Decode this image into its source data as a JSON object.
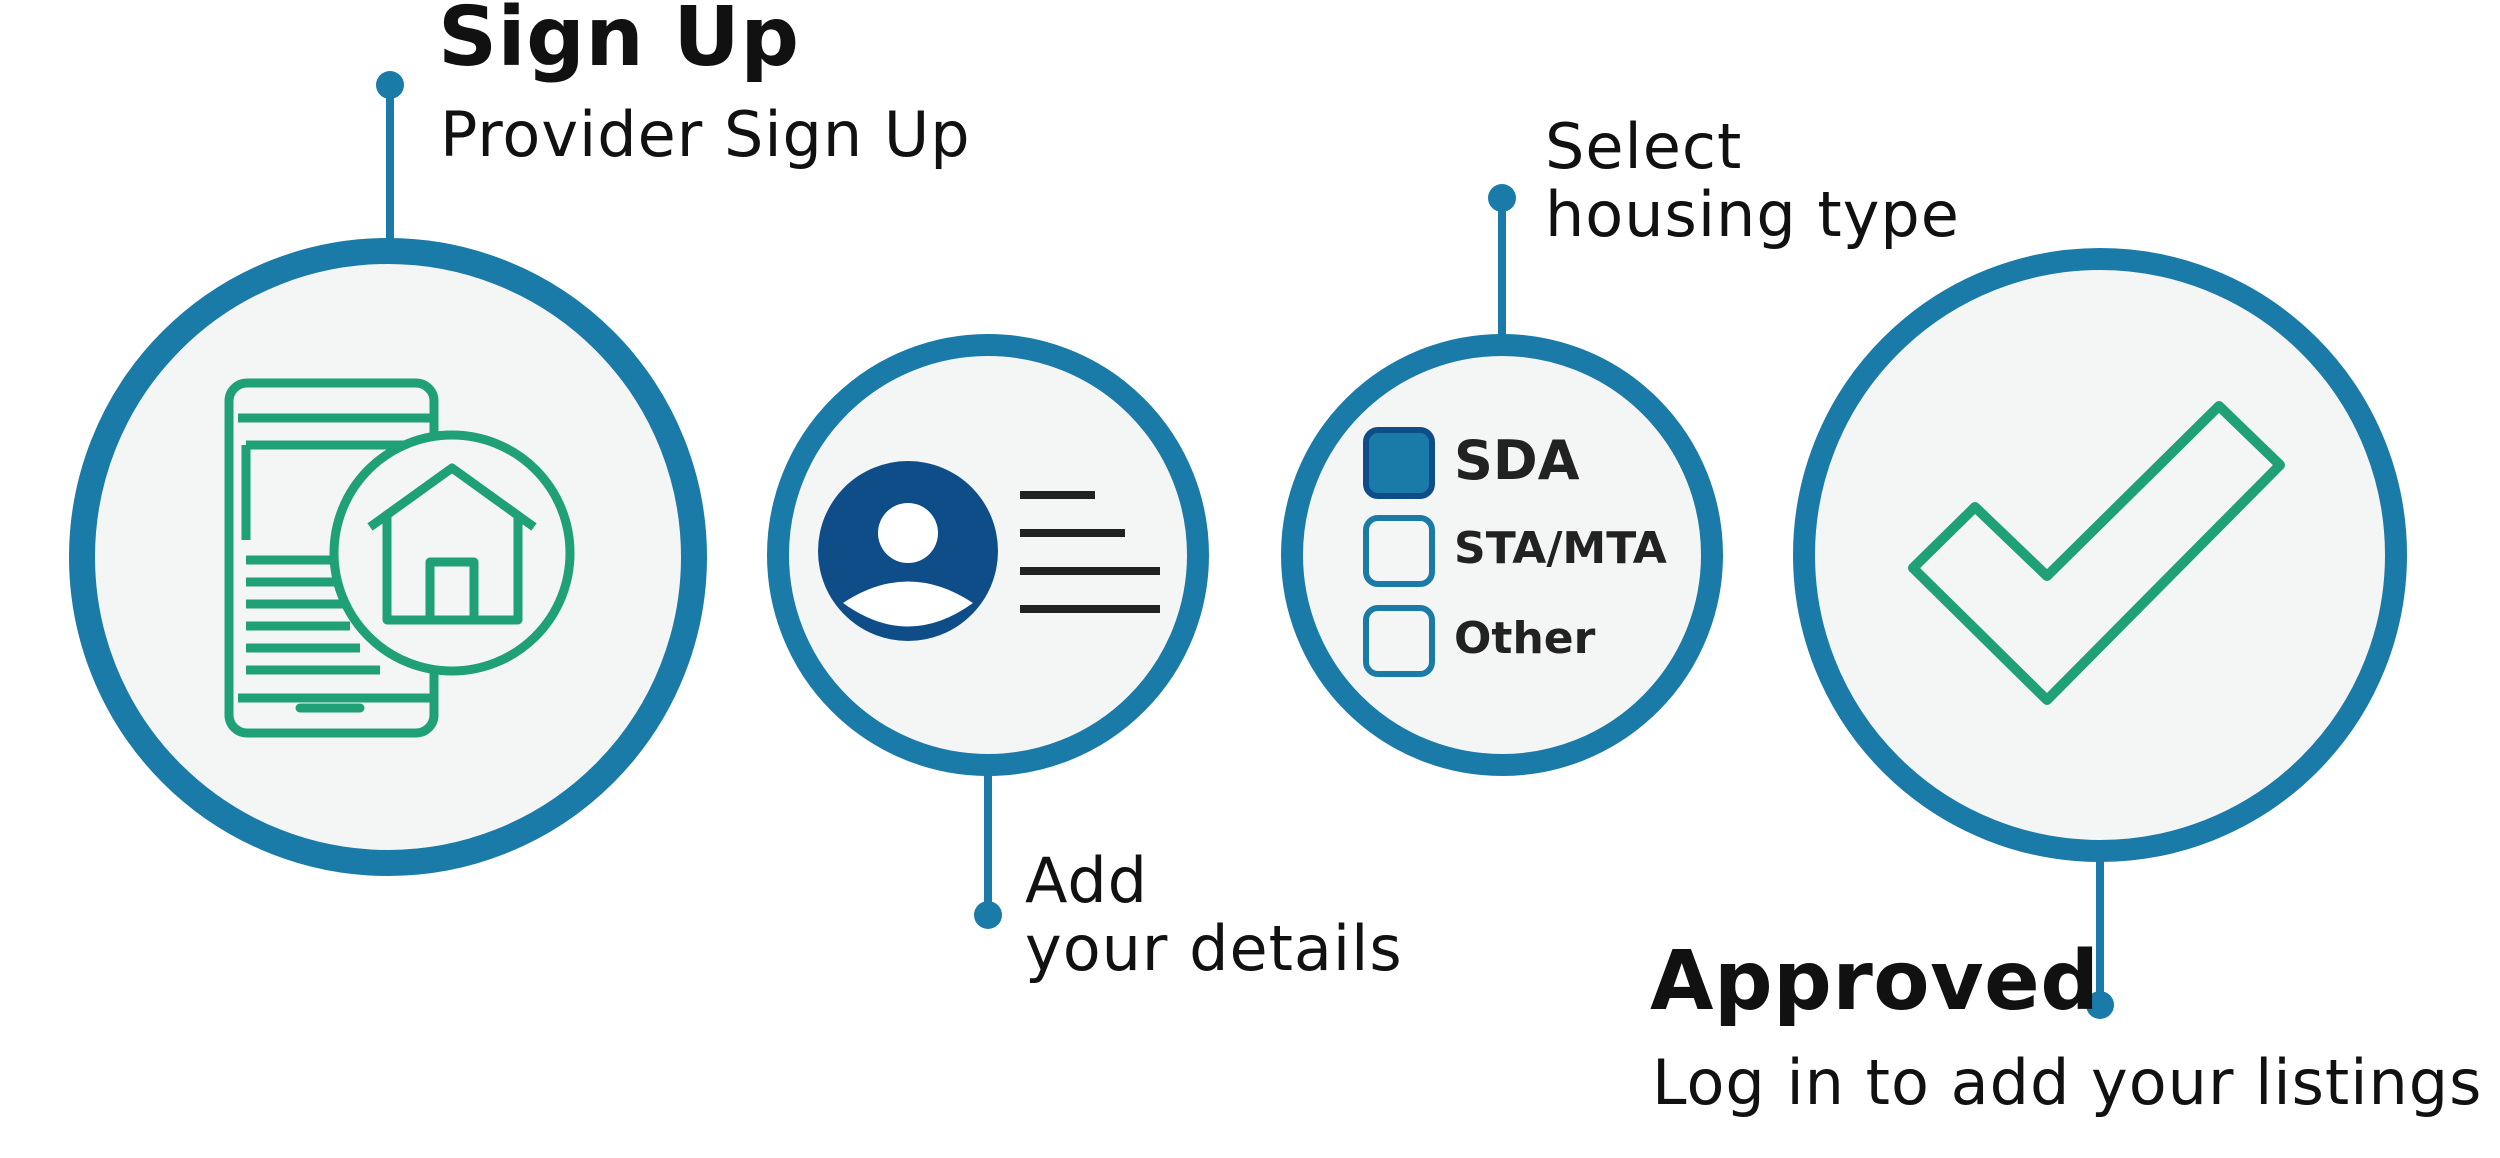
{
  "colors": {
    "accent_blue": "#1a7aa8",
    "icon_green": "#1fa077",
    "dark_navy": "#0f4d88",
    "circle_fill": "#f4f6f5",
    "text": "#111111"
  },
  "steps": [
    {
      "title": "Sign Up",
      "subtitle": "Provider Sign Up",
      "icon": "phone-house-icon"
    },
    {
      "title_line1": "Add",
      "title_line2": "your details",
      "icon": "profile-card-icon"
    },
    {
      "title_line1": "Select",
      "title_line2": "housing type",
      "icon": "checklist-icon",
      "options": [
        {
          "label": "SDA",
          "checked": true
        },
        {
          "label": "STA/MTA",
          "checked": false
        },
        {
          "label": "Other",
          "checked": false
        }
      ]
    },
    {
      "title": "Approved",
      "subtitle": "Log in to add your listings",
      "icon": "checkmark-icon"
    }
  ]
}
